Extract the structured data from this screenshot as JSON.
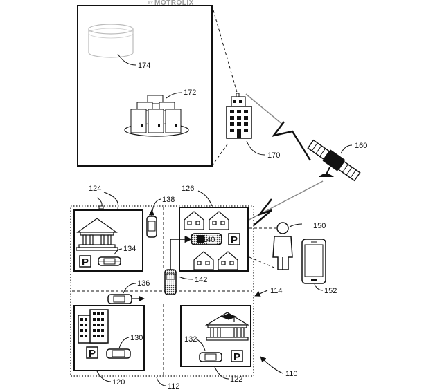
{
  "watermark": {
    "by": "BY",
    "brand": "MOTROLIX"
  },
  "labels": {
    "l110": "110",
    "l112": "112",
    "l114": "114",
    "l120": "120",
    "l122": "122",
    "l124": "124",
    "l126": "126",
    "l130": "130",
    "l132": "132",
    "l134": "134",
    "l136": "136",
    "l138": "138",
    "l140": "140",
    "l142": "142",
    "l150": "150",
    "l152": "152",
    "l160": "160",
    "l170": "170",
    "l172": "172",
    "l174": "174"
  },
  "parking_sign": "P"
}
